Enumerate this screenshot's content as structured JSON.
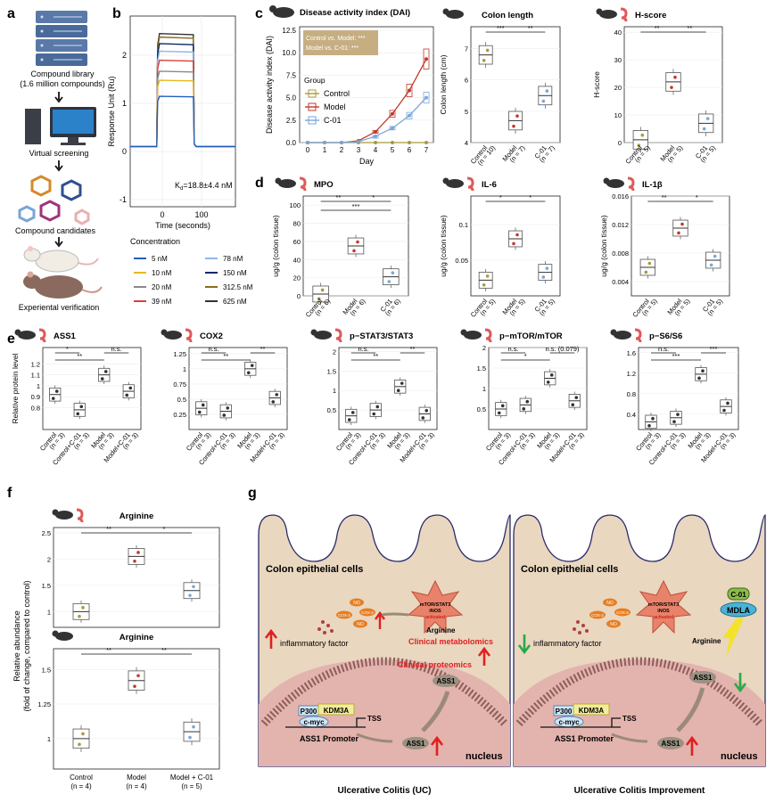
{
  "panel_letters": [
    "a",
    "b",
    "c",
    "d",
    "e",
    "f",
    "g"
  ],
  "panel_a": {
    "library_label": [
      "Compound library",
      "(1.6 million compounds)"
    ],
    "step2": "Virtual screening",
    "step3": "Compound candidates",
    "step4": "Experiental verification"
  },
  "panel_b": {
    "ylabel": "Response Unit (Ru)",
    "xlabel": "Time (seconds)",
    "kd_label": "K",
    "kd_sub": "d",
    "kd_value": "=18.8±4.4 nM",
    "legend_title": "Concentration",
    "legend": [
      {
        "name": "5 nM",
        "color": "#1f5fbf"
      },
      {
        "name": "78 nM",
        "color": "#8fb8e6"
      },
      {
        "name": "10 nM",
        "color": "#e6b820"
      },
      {
        "name": "150 nM",
        "color": "#0a2a66"
      },
      {
        "name": "20 nM",
        "color": "#8a8a8a"
      },
      {
        "name": "312.5 nM",
        "color": "#8c6d1f"
      },
      {
        "name": "39 nM",
        "color": "#d94040"
      },
      {
        "name": "625 nM",
        "color": "#333333"
      }
    ]
  },
  "chart_data": [
    {
      "id": "b",
      "type": "line",
      "xlabel": "Time (seconds)",
      "ylabel": "Response Unit (Ru)",
      "xticks": [
        0,
        100
      ],
      "yticks": [
        -1,
        0,
        1,
        2
      ],
      "xlim": [
        -60,
        170
      ],
      "ylim": [
        -1.2,
        2.6
      ],
      "note": "sensorgram: association 0-80 s, dissociation after 80 s",
      "series": [
        {
          "name": "625 nM",
          "plateau": 2.25
        },
        {
          "name": "312.5 nM",
          "plateau": 2.18
        },
        {
          "name": "150 nM",
          "plateau": 2.05
        },
        {
          "name": "78 nM",
          "plateau": 1.9
        },
        {
          "name": "39 nM",
          "plateau": 1.72
        },
        {
          "name": "20 nM",
          "plateau": 1.5
        },
        {
          "name": "10 nM",
          "plateau": 1.32
        },
        {
          "name": "5 nM",
          "plateau": 1.0
        }
      ]
    },
    {
      "id": "c1",
      "type": "line",
      "title": "Disease activity index (DAI)",
      "xlabel": "Day",
      "ylabel": "Disease activity index (DAI)",
      "x": [
        0,
        1,
        2,
        3,
        4,
        5,
        6,
        7
      ],
      "ylim": [
        0,
        12.5
      ],
      "yticks": [
        0.0,
        2.5,
        5.0,
        7.5,
        10.0,
        12.5
      ],
      "legend_title": "Group",
      "annotation": [
        "Control vs. Model: ***",
        "Model vs. C-01: ***"
      ],
      "series": [
        {
          "name": "Control",
          "color": "#a89a3c",
          "values": [
            0,
            0,
            0,
            0,
            0,
            0,
            0,
            0
          ]
        },
        {
          "name": "Model",
          "color": "#c0392b",
          "values": [
            0,
            0,
            0,
            0.2,
            1.2,
            3.2,
            5.8,
            9.3
          ]
        },
        {
          "name": "C-01",
          "color": "#7aa6d8",
          "values": [
            0,
            0,
            0,
            0.1,
            0.7,
            1.6,
            3.0,
            5.0
          ]
        }
      ]
    },
    {
      "id": "c2",
      "type": "box",
      "title": "Colon length",
      "ylabel": "Colon length (cm)",
      "ylim": [
        4,
        7.7
      ],
      "yticks": [
        4,
        5,
        6,
        7
      ],
      "categories": [
        "Control\n(n = 10)",
        "Model\n(n = 7)",
        "C-01\n(n = 7)"
      ],
      "values": [
        6.8,
        4.7,
        5.5
      ],
      "sig": [
        "***",
        "**"
      ]
    },
    {
      "id": "c3",
      "type": "box",
      "title": "H-score",
      "ylabel": "H-score",
      "ylim": [
        0,
        42
      ],
      "yticks": [
        0,
        10,
        20,
        30,
        40
      ],
      "categories": [
        "Control\n(n = 5)",
        "Model\n(n = 5)",
        "C-01\n(n = 5)"
      ],
      "values": [
        1,
        22,
        7
      ],
      "sig": [
        "**",
        "**"
      ]
    },
    {
      "id": "d1",
      "type": "box",
      "title": "MPO",
      "ylabel": "ug/g (colon tissue)",
      "ylim": [
        0,
        110
      ],
      "yticks": [
        0,
        20,
        40,
        60,
        80,
        100
      ],
      "categories": [
        "Control\n(n = 6)",
        "Model\n(n = 6)",
        "C-01\n(n = 6)"
      ],
      "values": [
        2,
        55,
        21
      ],
      "sig": [
        "**",
        "*",
        "***"
      ]
    },
    {
      "id": "d2",
      "type": "box",
      "title": "IL-6",
      "ylabel": "ug/g (colon tissue)",
      "ylim": [
        0,
        0.14
      ],
      "yticks": [
        0.05,
        0.1
      ],
      "categories": [
        "Control\n(n = 5)",
        "Model\n(n = 5)",
        "C-01\n(n = 5)"
      ],
      "values": [
        0.022,
        0.08,
        0.033
      ],
      "sig": [
        "*",
        "*"
      ]
    },
    {
      "id": "d3",
      "type": "box",
      "title": "IL-1β",
      "ylabel": "ug/g (colon tissue)",
      "ylim": [
        0.002,
        0.016
      ],
      "yticks": [
        0.004,
        0.008,
        0.012,
        0.016
      ],
      "categories": [
        "Control\n(n = 5)",
        "Model\n(n = 5)",
        "C-01\n(n = 5)"
      ],
      "values": [
        0.006,
        0.0115,
        0.007
      ],
      "sig": [
        "**",
        "*"
      ]
    },
    {
      "id": "e1",
      "type": "box",
      "title": "ASS1",
      "ylabel": "Relative protein level",
      "ylim": [
        0.6,
        1.35
      ],
      "yticks": [
        0.8,
        0.9,
        1.0,
        1.1,
        1.2
      ],
      "categories": [
        "Control\n(n = 3)",
        "Control+C-01\n(n = 3)",
        "Model\n(n = 3)",
        "Model+C-01\n(n = 3)"
      ],
      "values": [
        0.92,
        0.78,
        1.1,
        0.95
      ],
      "sig": [
        "*",
        "**",
        "n.s."
      ]
    },
    {
      "id": "e2",
      "type": "box",
      "title": "COX2",
      "ylim": [
        0,
        1.35
      ],
      "yticks": [
        0.25,
        0.5,
        0.75,
        1.0,
        1.25
      ],
      "categories": [
        "Control\n(n = 3)",
        "Control+C-01\n(n = 3)",
        "Model\n(n = 3)",
        "Model+C-01\n(n = 3)"
      ],
      "values": [
        0.35,
        0.3,
        1.0,
        0.52
      ],
      "sig": [
        "n.s.",
        "**",
        "**"
      ]
    },
    {
      "id": "e3",
      "type": "box",
      "title": "p−STAT3/STAT3",
      "ylim": [
        0,
        2.1
      ],
      "yticks": [
        0.5,
        1.0,
        1.5,
        2.0
      ],
      "categories": [
        "Control\n(n = 3)",
        "Control+C-01\n(n = 3)",
        "Model\n(n = 3)",
        "Model+C-01\n(n = 3)"
      ],
      "values": [
        0.35,
        0.5,
        1.1,
        0.4
      ],
      "sig": [
        "n.s.",
        "**",
        "**"
      ]
    },
    {
      "id": "e4",
      "type": "box",
      "title": "p−mTOR/mTOR",
      "ylim": [
        0,
        2.0
      ],
      "yticks": [
        0.5,
        1.0,
        1.5,
        2.0
      ],
      "categories": [
        "Control\n(n = 3)",
        "Control+C-01\n(n = 3)",
        "Model\n(n = 3)",
        "Model+C-01\n(n = 3)"
      ],
      "values": [
        0.5,
        0.6,
        1.25,
        0.7
      ],
      "sig": [
        "n.s.",
        "*",
        "n.s. (0.079)"
      ]
    },
    {
      "id": "e5",
      "type": "box",
      "title": "p−S6/S6",
      "ylim": [
        0.1,
        1.7
      ],
      "yticks": [
        0.4,
        0.8,
        1.2,
        1.6
      ],
      "categories": [
        "Control\n(n = 3)",
        "Control+C-01\n(n = 3)",
        "Model\n(n = 3)",
        "Model+C-01\n(n = 3)"
      ],
      "values": [
        0.25,
        0.33,
        1.18,
        0.55
      ],
      "sig": [
        "n.s.",
        "***",
        "***"
      ]
    },
    {
      "id": "f1",
      "type": "box",
      "title": "Arginine",
      "ylim": [
        0.7,
        2.6
      ],
      "yticks": [
        1.0,
        1.5,
        2.0,
        2.5
      ],
      "categories": [
        "Control\n(n = 4)",
        "Model\n(n = 4)",
        "Model + C-01\n(n = 5)"
      ],
      "values": [
        1.0,
        2.05,
        1.4
      ],
      "sig": [
        "**",
        "*"
      ]
    },
    {
      "id": "f2",
      "type": "box",
      "title": "Arginine",
      "ylim": [
        0.78,
        1.65
      ],
      "yticks": [
        1.0,
        1.25,
        1.5
      ],
      "categories": [
        "Control\n(n = 4)",
        "Model\n(n = 4)",
        "Model + C-01\n(n = 5)"
      ],
      "values": [
        1.0,
        1.42,
        1.05
      ],
      "sig": [
        "**",
        "**"
      ]
    }
  ],
  "panel_c": {
    "day_label": "Day",
    "legend_title": "Group"
  },
  "panel_f": {
    "ylabel": [
      "Relative abundance",
      "(fold of change, compared to control)"
    ]
  },
  "panel_g": {
    "cell_label": "Colon epithelial cells",
    "nucleus": "nucleus",
    "left_caption": "Ulcerative Colitis (UC)",
    "right_caption": "Ulcerative Colitis Improvement",
    "inflammatory": "inflammatory factor",
    "arginine": "Arginine",
    "ass1": "ASS1",
    "p300": "P300",
    "kdm3a": "KDM3A",
    "cmyc": "c-myc",
    "tss": "TSS",
    "promoter": "ASS1 Promoter",
    "star_text": [
      "mTOR/STAT3",
      "iNOS",
      "activated"
    ],
    "no": "NO",
    "cox2": "COX-2",
    "clin_met": "Clinical metabolomics",
    "clin_prot": "Clinical proteomics",
    "c01": "C-01",
    "mdla": "MDLA"
  }
}
